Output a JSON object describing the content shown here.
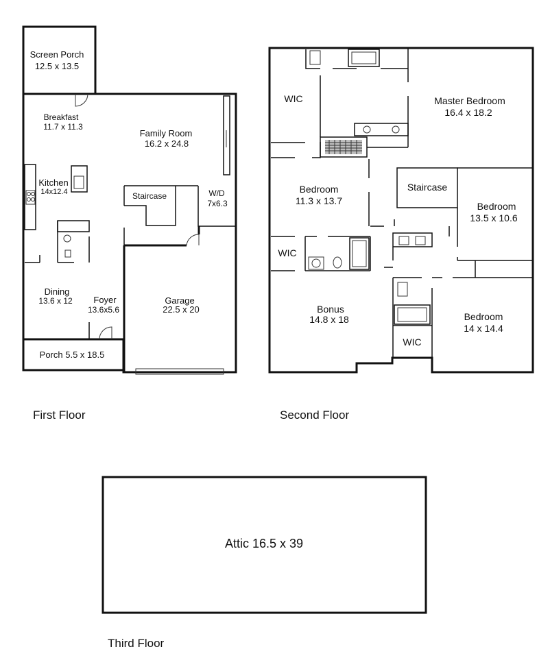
{
  "floors": {
    "first": {
      "caption": "First Floor",
      "rooms": {
        "screen_porch": {
          "name": "Screen Porch",
          "dims": "12.5 x 13.5"
        },
        "breakfast": {
          "name": "Breakfast",
          "dims": "11.7 x 11.3"
        },
        "family_room": {
          "name": "Family Room",
          "dims": "16.2 x 24.8"
        },
        "kitchen": {
          "name": "Kitchen",
          "dims": "14x12.4"
        },
        "staircase": {
          "name": "Staircase"
        },
        "wd": {
          "name": "W/D",
          "dims": "7x6.3"
        },
        "dining": {
          "name": "Dining",
          "dims": "13.6 x 12"
        },
        "foyer": {
          "name": "Foyer",
          "dims": "13.6x5.6"
        },
        "garage": {
          "name": "Garage",
          "dims": "22.5 x 20"
        },
        "porch": {
          "name": "Porch 5.5 x 18.5"
        }
      }
    },
    "second": {
      "caption": "Second Floor",
      "rooms": {
        "wic_1": {
          "name": "WIC"
        },
        "master_bedroom": {
          "name": "Master Bedroom",
          "dims": "16.4 x 18.2"
        },
        "bedroom_1": {
          "name": "Bedroom",
          "dims": "11.3 x 13.7"
        },
        "staircase": {
          "name": "Staircase"
        },
        "bedroom_2": {
          "name": "Bedroom",
          "dims": "13.5 x 10.6"
        },
        "wic_2": {
          "name": "WIC"
        },
        "bonus": {
          "name": "Bonus",
          "dims": "14.8 x 18"
        },
        "bedroom_3": {
          "name": "Bedroom",
          "dims": "14 x 14.4"
        },
        "wic_3": {
          "name": "WIC"
        }
      }
    },
    "third": {
      "caption": "Third Floor",
      "rooms": {
        "attic": {
          "name": "Attic 16.5 x 39"
        }
      }
    }
  }
}
